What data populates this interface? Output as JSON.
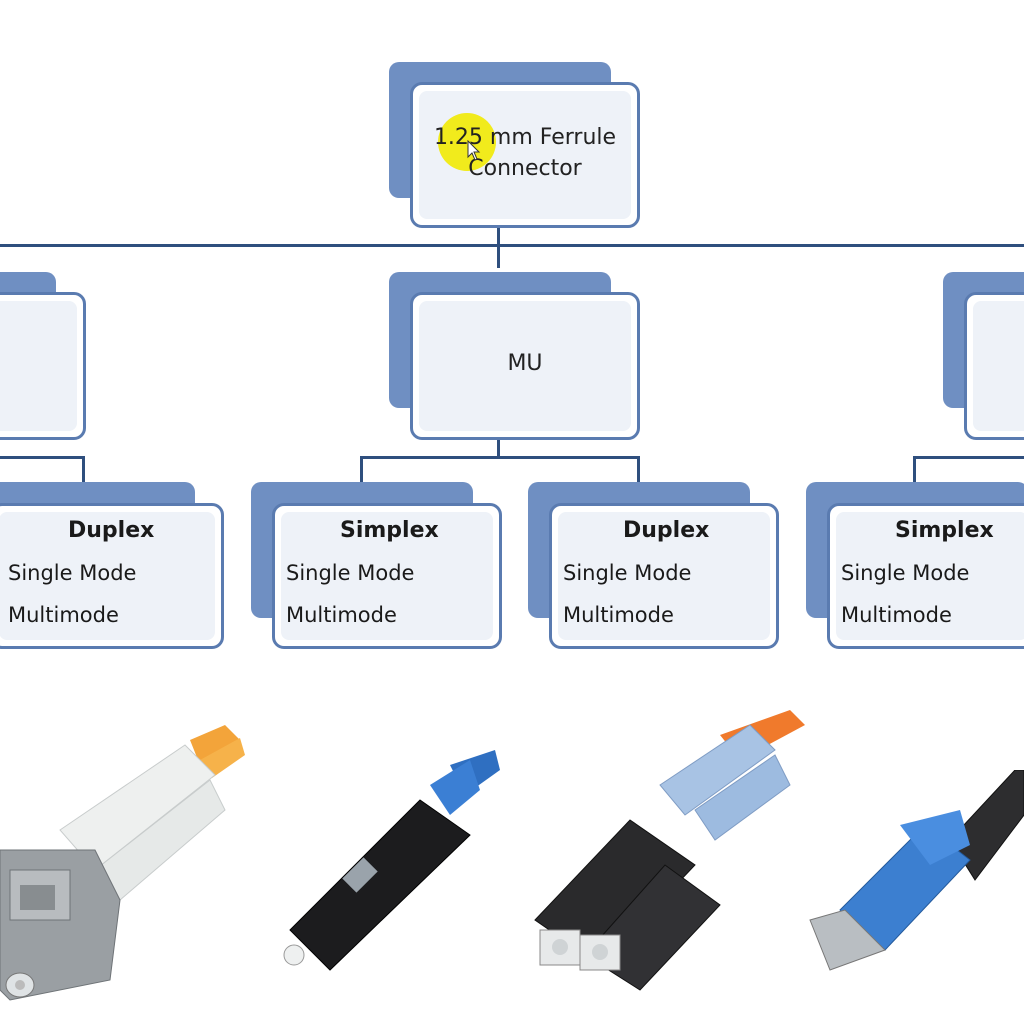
{
  "root": {
    "line1": "1.25 mm Ferrule",
    "line2": "Connector"
  },
  "middle": {
    "label": "MU"
  },
  "leaves": [
    {
      "title": "Duplex",
      "row1": "Single Mode",
      "row2": "Multimode"
    },
    {
      "title": "Simplex",
      "row1": "Single Mode",
      "row2": "Multimode"
    },
    {
      "title": "Duplex",
      "row1": "Single Mode",
      "row2": "Multimode"
    },
    {
      "title": "Simplex",
      "row1": "Single Mode",
      "row2": "Multimode"
    }
  ],
  "images": [
    {
      "name": "lc-duplex-connector"
    },
    {
      "name": "mu-simplex-connector"
    },
    {
      "name": "mu-duplex-connector"
    },
    {
      "name": "lx5-simplex-connector"
    }
  ],
  "colors": {
    "box_back": "#6f8fc2",
    "box_border": "#5a7bb0",
    "connector_line": "#2f4f7e",
    "highlight": "#f0ea10"
  }
}
